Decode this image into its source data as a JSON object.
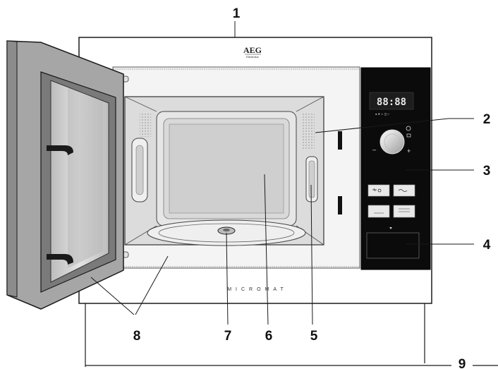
{
  "brand": {
    "name": "AEG",
    "subname": "Electrolux"
  },
  "model": "MICROMAT",
  "display": {
    "digits": "88:88",
    "symbols": "● ✲ ♨ ◫ ⌁"
  },
  "knob": {
    "minus": "–",
    "plus": "+"
  },
  "callouts": [
    {
      "id": "1",
      "label": "1"
    },
    {
      "id": "2",
      "label": "2"
    },
    {
      "id": "3",
      "label": "3"
    },
    {
      "id": "4",
      "label": "4"
    },
    {
      "id": "5",
      "label": "5"
    },
    {
      "id": "6",
      "label": "6"
    },
    {
      "id": "7",
      "label": "7"
    },
    {
      "id": "8",
      "label": "8"
    },
    {
      "id": "9",
      "label": "9"
    }
  ],
  "colors": {
    "panel": "#0b0b0b",
    "frame": "#ffffff",
    "door": "#a6a6a6",
    "cavity": "#dcdcdc",
    "glass": "#c9c9c9",
    "line": "#1a1a1a"
  }
}
